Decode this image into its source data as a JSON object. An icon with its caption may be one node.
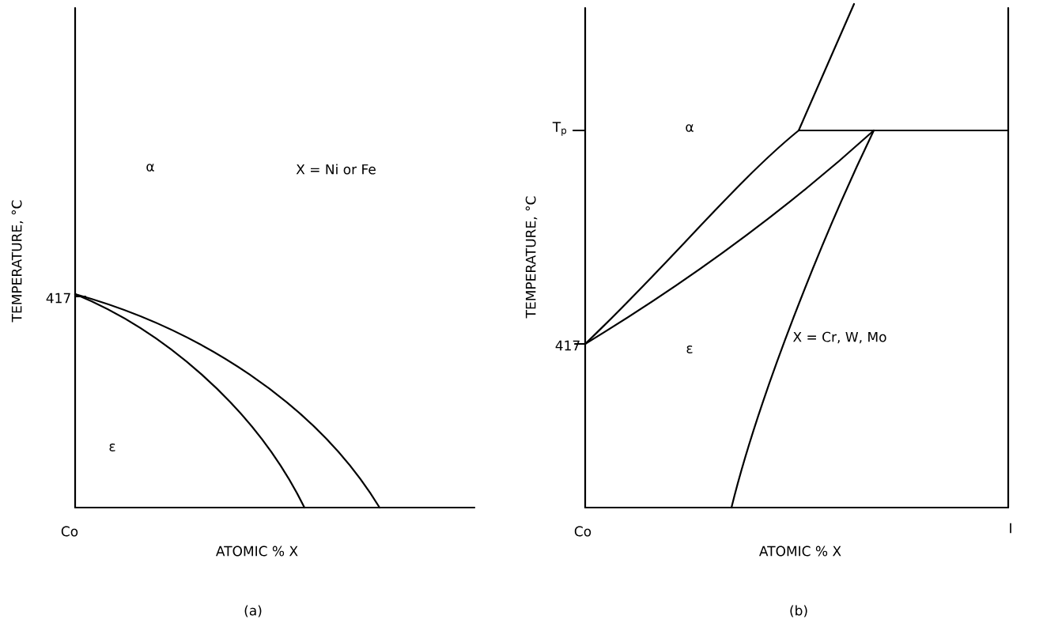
{
  "diagram": {
    "labels": [
      "TEMPERATURE, °C",
      "417",
      "α",
      "X = Ni or Fe",
      "ε",
      "Co",
      "ATOMIC % X",
      "(a)",
      "T$_{p}$",
      "α",
      "TEMPERATURE, °C",
      "417",
      "ε",
      "X = Cr, W, Mo",
      "Co",
      "I",
      "ATOMIC % X",
      "(b)"
    ]
  }
}
